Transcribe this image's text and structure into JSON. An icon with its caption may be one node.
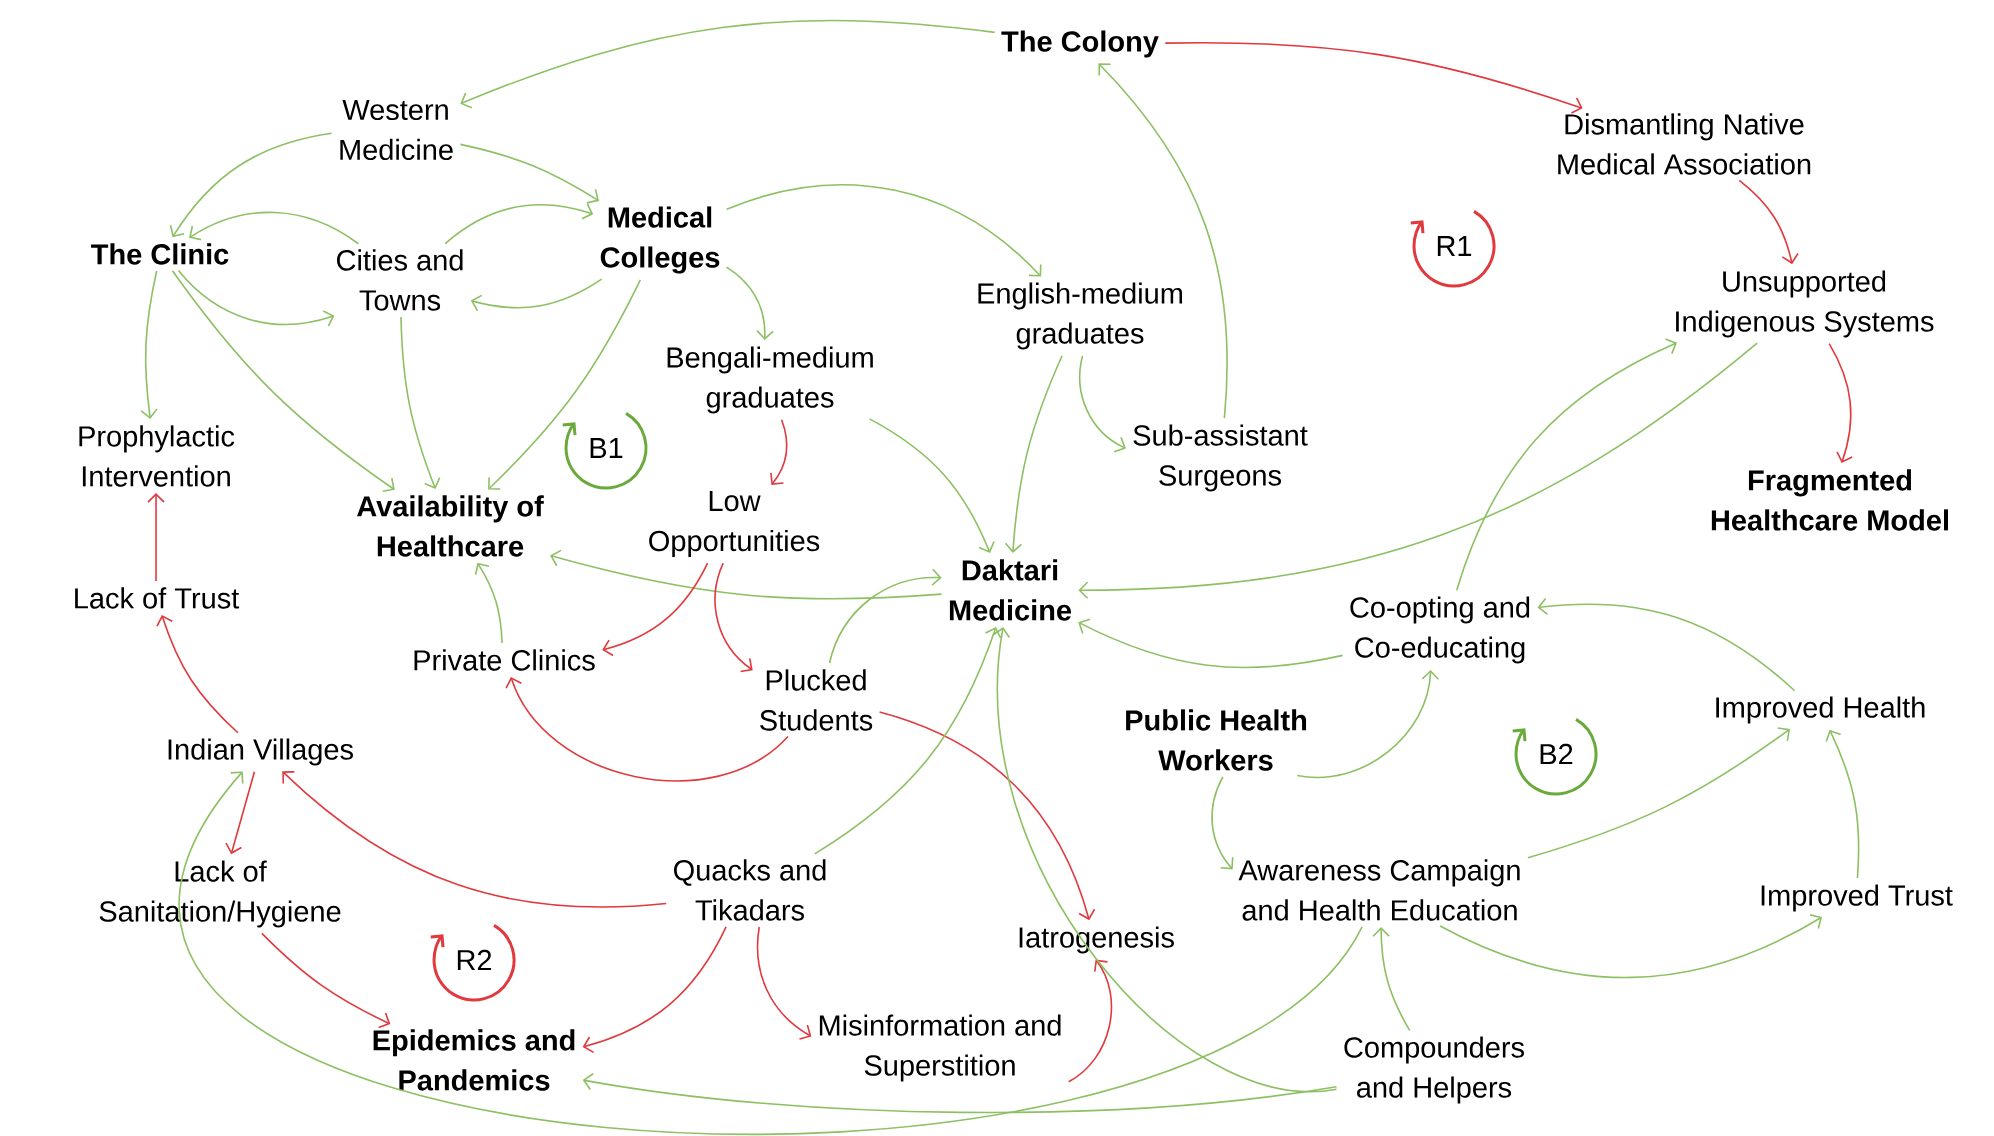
{
  "diagram": {
    "nodes": [
      {
        "text": [
          "The Colony"
        ]
      },
      {
        "text": [
          "Western Medicine"
        ]
      },
      {
        "text": [
          "Dismantling Native Medical Association"
        ]
      },
      {
        "text": [
          "The Clinic"
        ]
      },
      {
        "text": [
          "Cities and Towns"
        ]
      },
      {
        "text": [
          "Medical Colleges"
        ]
      },
      {
        "text": [
          "English-medium graduates"
        ]
      },
      {
        "text": [
          "Unsupported Indigenous Systems"
        ]
      },
      {
        "text": [
          "Bengali-medium graduates"
        ]
      },
      {
        "text": [
          "Sub-assistant Surgeons"
        ]
      },
      {
        "text": [
          "Prophylactic Intervention"
        ]
      },
      {
        "text": [
          "Availability of Healthcare"
        ]
      },
      {
        "text": [
          "Low Opportunities"
        ]
      },
      {
        "text": [
          "Fragmented Healthcare Model"
        ]
      },
      {
        "text": [
          "Daktari Medicine"
        ]
      },
      {
        "text": [
          "Lack of Trust"
        ]
      },
      {
        "text": [
          "Private Clinics"
        ]
      },
      {
        "text": [
          "Co-opting and Co-educating"
        ]
      },
      {
        "text": [
          "Plucked Students"
        ]
      },
      {
        "text": [
          "Public Health Workers"
        ]
      },
      {
        "text": [
          "Improved Health"
        ]
      },
      {
        "text": [
          "Indian Villages"
        ]
      },
      {
        "text": [
          "Quacks and Tikadars"
        ]
      },
      {
        "text": [
          "Awareness Campaign and Health Education"
        ]
      },
      {
        "text": [
          "Lack of Sanitation/Hygiene"
        ]
      },
      {
        "text": [
          "Iatrogenesis"
        ]
      },
      {
        "text": [
          "Improved Trust"
        ]
      },
      {
        "text": [
          "Epidemics and Pandemics"
        ]
      },
      {
        "text": [
          "Misinformation and Superstition"
        ]
      },
      {
        "text": [
          "Compounders and Helpers"
        ]
      }
    ],
    "edges": [
      {
        "from": 0,
        "to": 1,
        "arrow": "to"
      },
      {
        "from": 0,
        "to": 2,
        "arrow": "to",
        "color": "#e0393e"
      },
      {
        "from": 1,
        "to": 3,
        "arrow": "to"
      },
      {
        "from": 1,
        "to": 5,
        "arrow": "to"
      },
      {
        "from": 4,
        "to": 3,
        "arrow": "to"
      },
      {
        "from": 4,
        "to": 5,
        "arrow": "to"
      },
      {
        "from": 3,
        "to": 4,
        "arrow": "to"
      },
      {
        "from": 3,
        "to": 10,
        "arrow": "to"
      },
      {
        "from": 3,
        "to": 11,
        "arrow": "to"
      },
      {
        "from": 5,
        "to": 4,
        "arrow": "to"
      },
      {
        "from": 5,
        "to": 11,
        "arrow": "to"
      },
      {
        "from": 4,
        "to": 11,
        "arrow": "to"
      },
      {
        "from": 5,
        "to": 6,
        "arrow": "to"
      },
      {
        "from": 5,
        "to": 8,
        "arrow": "to"
      },
      {
        "from": 8,
        "to": 12,
        "arrow": "to",
        "color": "#e0393e"
      },
      {
        "from": 8,
        "to": 14,
        "arrow": "to"
      },
      {
        "from": 6,
        "to": 14,
        "arrow": "to"
      },
      {
        "from": 6,
        "to": 9,
        "arrow": "to"
      },
      {
        "from": 9,
        "to": 0,
        "arrow": "to"
      },
      {
        "from": 2,
        "to": 7,
        "arrow": "to",
        "color": "#e0393e"
      },
      {
        "from": 7,
        "to": 13,
        "arrow": "to",
        "color": "#e0393e"
      },
      {
        "from": 7,
        "to": 14,
        "arrow": "to"
      },
      {
        "from": 17,
        "to": 7,
        "arrow": "to"
      },
      {
        "from": 14,
        "to": 11,
        "arrow": "to"
      },
      {
        "from": 12,
        "to": 16,
        "arrow": "to",
        "color": "#e0393e"
      },
      {
        "from": 12,
        "to": 18,
        "arrow": "to",
        "color": "#e0393e"
      },
      {
        "from": 16,
        "to": 11,
        "arrow": "to"
      },
      {
        "from": 18,
        "to": 16,
        "arrow": "to",
        "color": "#e0393e"
      },
      {
        "from": 18,
        "to": 14,
        "arrow": "to"
      },
      {
        "from": 18,
        "to": 25,
        "arrow": "to",
        "color": "#e0393e"
      },
      {
        "from": 17,
        "to": 14,
        "arrow": "to"
      },
      {
        "from": 19,
        "to": 17,
        "arrow": "to"
      },
      {
        "from": 19,
        "to": 23,
        "arrow": "to"
      },
      {
        "from": 20,
        "to": 17,
        "arrow": "to"
      },
      {
        "from": 23,
        "to": 20,
        "arrow": "to"
      },
      {
        "from": 26,
        "to": 20,
        "arrow": "to"
      },
      {
        "from": 23,
        "to": 26,
        "arrow": "to"
      },
      {
        "from": 29,
        "to": 23,
        "arrow": "to"
      },
      {
        "from": 21,
        "to": 15,
        "arrow": "to",
        "color": "#e0393e"
      },
      {
        "from": 15,
        "to": 10,
        "arrow": "to",
        "color": "#e0393e"
      },
      {
        "from": 21,
        "to": 24,
        "arrow": "to",
        "color": "#e0393e"
      },
      {
        "from": 24,
        "to": 27,
        "arrow": "to",
        "color": "#e0393e"
      },
      {
        "from": 22,
        "to": 21,
        "arrow": "to",
        "color": "#e0393e"
      },
      {
        "from": 22,
        "to": 27,
        "arrow": "to",
        "color": "#e0393e"
      },
      {
        "from": 22,
        "to": 28,
        "arrow": "to",
        "color": "#e0393e"
      },
      {
        "from": 22,
        "to": 14,
        "arrow": "to"
      },
      {
        "from": 28,
        "to": 25,
        "arrow": "to",
        "color": "#e0393e"
      },
      {
        "from": 29,
        "to": 14,
        "arrow": "to"
      },
      {
        "from": 29,
        "to": 27,
        "arrow": "to"
      },
      {
        "from": 23,
        "to": 21,
        "arrow": "to"
      }
    ],
    "labels": [
      "R1",
      "B1",
      "B2",
      "R2"
    ]
  }
}
